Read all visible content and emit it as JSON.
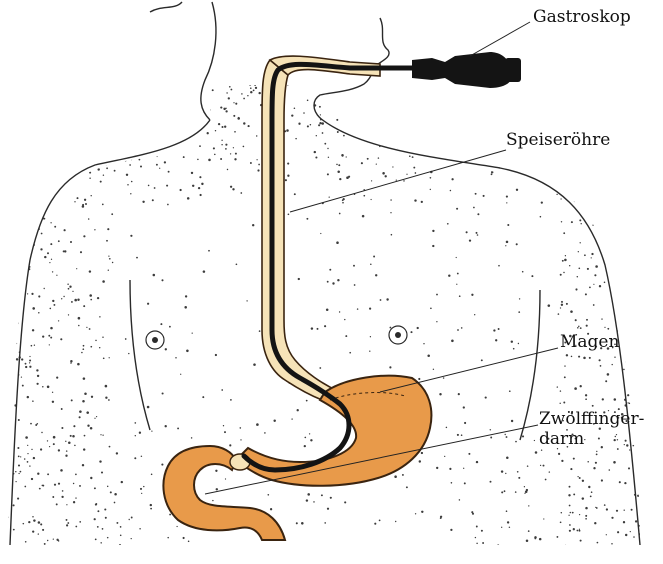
{
  "labels": {
    "gastroskop": "Gastroskop",
    "speiseroehre": "Speiseröhre",
    "magen": "Magen",
    "zwoelffingerdarm_line1": "Zwölffinger-",
    "zwoelffingerdarm_line2": "darm"
  },
  "colors": {
    "organ_fill": "#e89a4a",
    "organ_outline": "#3a2410",
    "esophagus_fill": "#f6e3b8",
    "scope": "#141414",
    "skin_stipple": "#3c3c3c",
    "leader_line": "#222222"
  }
}
